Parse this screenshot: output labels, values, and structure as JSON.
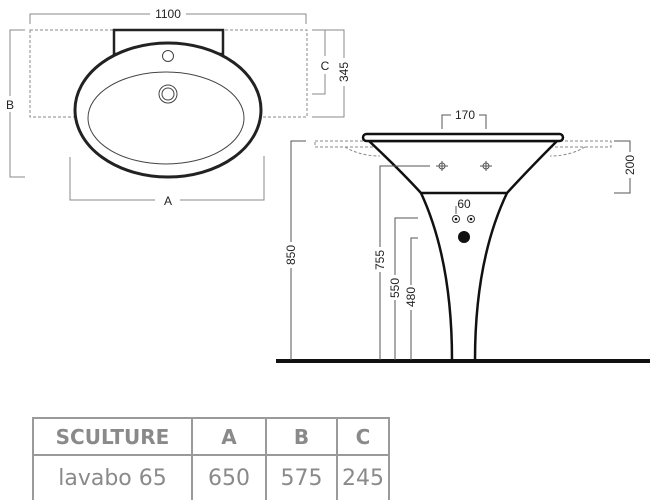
{
  "top_view": {
    "width_dim": "1100",
    "label_a": "A",
    "label_b": "B",
    "label_c": "C",
    "depth_dim": "345"
  },
  "side_view": {
    "tap_spacing": "170",
    "bowl_height": "200",
    "height_total": "850",
    "height_taps": "755",
    "height_supply": "550",
    "height_drain": "480",
    "supply_spacing": "60"
  },
  "table": {
    "headers": [
      "SCULTURE",
      "A",
      "B",
      "C"
    ],
    "rows": [
      [
        "lavabo 65",
        "650",
        "575",
        "245"
      ]
    ]
  }
}
